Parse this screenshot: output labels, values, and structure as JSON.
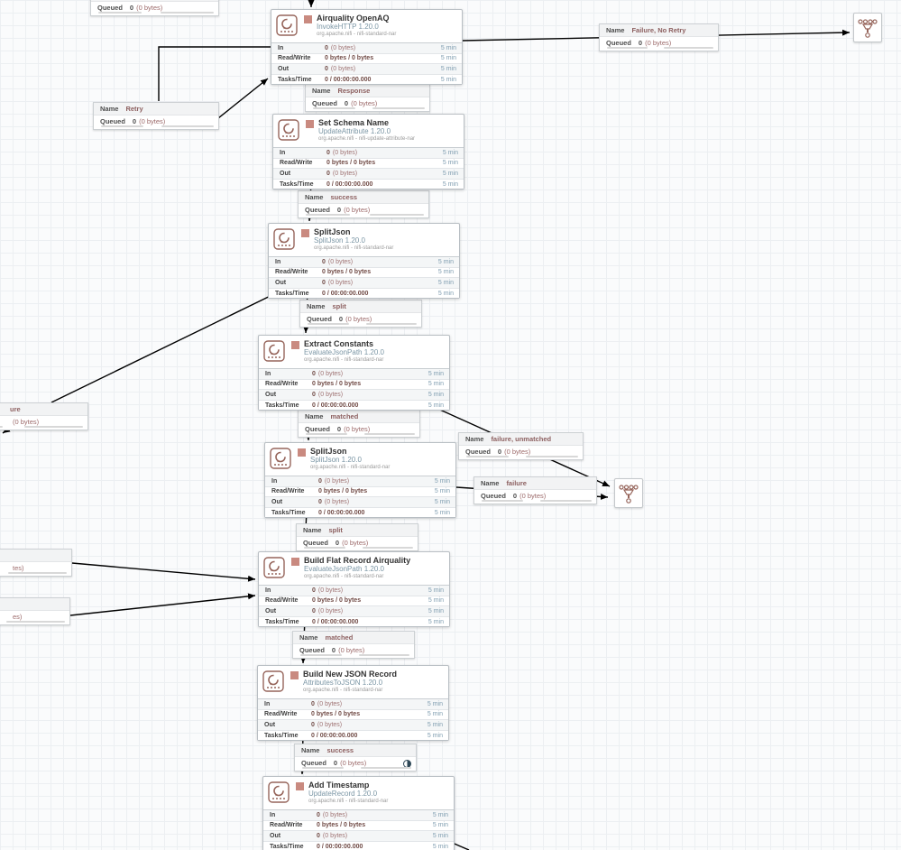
{
  "canvas": {
    "kind": "flow-canvas"
  },
  "timeframe": "5 min",
  "colors": {
    "canvas_bg": "#fafbfc",
    "grid": "#eceff2",
    "stopped_red": "#c98a80",
    "type_blue": "#7b96a5",
    "value_maroon": "#714b46",
    "time_blue": "#7f9db0",
    "connection_line": "#000000",
    "icon_maroon": "#96655b"
  },
  "processors": [
    {
      "name": "Airquality OpenAQ",
      "type": "InvokeHTTP 1.20.0",
      "bundle": "org.apache.nifi - nifi-standard-nar",
      "state_icon": "stopped-state-icon",
      "stats": [
        {
          "label": "In",
          "value": "0",
          "extra": "(0 bytes)"
        },
        {
          "label": "Read/Write",
          "value": "0 bytes / 0 bytes",
          "extra": ""
        },
        {
          "label": "Out",
          "value": "0",
          "extra": "(0 bytes)"
        },
        {
          "label": "Tasks/Time",
          "value": "0 / 00:00:00.000",
          "extra": ""
        }
      ]
    },
    {
      "name": "Set Schema Name",
      "type": "UpdateAttribute 1.20.0",
      "bundle": "org.apache.nifi - nifi-update-attribute-nar",
      "state_icon": "stopped-state-icon",
      "stats": [
        {
          "label": "In",
          "value": "0",
          "extra": "(0 bytes)"
        },
        {
          "label": "Read/Write",
          "value": "0 bytes / 0 bytes",
          "extra": ""
        },
        {
          "label": "Out",
          "value": "0",
          "extra": "(0 bytes)"
        },
        {
          "label": "Tasks/Time",
          "value": "0 / 00:00:00.000",
          "extra": ""
        }
      ]
    },
    {
      "name": "SplitJson",
      "type": "SplitJson 1.20.0",
      "bundle": "org.apache.nifi - nifi-standard-nar",
      "state_icon": "stopped-state-icon",
      "stats": [
        {
          "label": "In",
          "value": "0",
          "extra": "(0 bytes)"
        },
        {
          "label": "Read/Write",
          "value": "0 bytes / 0 bytes",
          "extra": ""
        },
        {
          "label": "Out",
          "value": "0",
          "extra": "(0 bytes)"
        },
        {
          "label": "Tasks/Time",
          "value": "0 / 00:00:00.000",
          "extra": ""
        }
      ]
    },
    {
      "name": "Extract Constants",
      "type": "EvaluateJsonPath 1.20.0",
      "bundle": "org.apache.nifi - nifi-standard-nar",
      "state_icon": "stopped-state-icon",
      "stats": [
        {
          "label": "In",
          "value": "0",
          "extra": "(0 bytes)"
        },
        {
          "label": "Read/Write",
          "value": "0 bytes / 0 bytes",
          "extra": ""
        },
        {
          "label": "Out",
          "value": "0",
          "extra": "(0 bytes)"
        },
        {
          "label": "Tasks/Time",
          "value": "0 / 00:00:00.000",
          "extra": ""
        }
      ]
    },
    {
      "name": "SplitJson",
      "type": "SplitJson 1.20.0",
      "bundle": "org.apache.nifi - nifi-standard-nar",
      "state_icon": "stopped-state-icon",
      "stats": [
        {
          "label": "In",
          "value": "0",
          "extra": "(0 bytes)"
        },
        {
          "label": "Read/Write",
          "value": "0 bytes / 0 bytes",
          "extra": ""
        },
        {
          "label": "Out",
          "value": "0",
          "extra": "(0 bytes)"
        },
        {
          "label": "Tasks/Time",
          "value": "0 / 00:00:00.000",
          "extra": ""
        }
      ]
    },
    {
      "name": "Build Flat Record Airquality",
      "type": "EvaluateJsonPath 1.20.0",
      "bundle": "org.apache.nifi - nifi-standard-nar",
      "state_icon": "stopped-state-icon",
      "stats": [
        {
          "label": "In",
          "value": "0",
          "extra": "(0 bytes)"
        },
        {
          "label": "Read/Write",
          "value": "0 bytes / 0 bytes",
          "extra": ""
        },
        {
          "label": "Out",
          "value": "0",
          "extra": "(0 bytes)"
        },
        {
          "label": "Tasks/Time",
          "value": "0 / 00:00:00.000",
          "extra": ""
        }
      ]
    },
    {
      "name": "Build New JSON Record",
      "type": "AttributesToJSON 1.20.0",
      "bundle": "org.apache.nifi - nifi-standard-nar",
      "state_icon": "stopped-state-icon",
      "stats": [
        {
          "label": "In",
          "value": "0",
          "extra": "(0 bytes)"
        },
        {
          "label": "Read/Write",
          "value": "0 bytes / 0 bytes",
          "extra": ""
        },
        {
          "label": "Out",
          "value": "0",
          "extra": "(0 bytes)"
        },
        {
          "label": "Tasks/Time",
          "value": "0 / 00:00:00.000",
          "extra": ""
        }
      ]
    },
    {
      "name": "Add Timestamp",
      "type": "UpdateRecord 1.20.0",
      "bundle": "org.apache.nifi - nifi-standard-nar",
      "state_icon": "stopped-state-icon",
      "stats": [
        {
          "label": "In",
          "value": "0",
          "extra": "(0 bytes)"
        },
        {
          "label": "Read/Write",
          "value": "0 bytes / 0 bytes",
          "extra": ""
        },
        {
          "label": "Out",
          "value": "0",
          "extra": "(0 bytes)"
        },
        {
          "label": "Tasks/Time",
          "value": "0 / 00:00:00.000",
          "extra": ""
        }
      ]
    }
  ],
  "labels": [
    {
      "name_key": "Name",
      "name": "",
      "queued_key": "Queued",
      "queued_num": "0",
      "queued_bytes": "(0 bytes)"
    },
    {
      "name_key": "Name",
      "name": "Failure, No Retry",
      "queued_key": "Queued",
      "queued_num": "0",
      "queued_bytes": "(0 bytes)"
    },
    {
      "name_key": "Name",
      "name": "Retry",
      "queued_key": "Queued",
      "queued_num": "0",
      "queued_bytes": "(0 bytes)"
    },
    {
      "name_key": "Name",
      "name": "Response",
      "queued_key": "Queued",
      "queued_num": "0",
      "queued_bytes": "(0 bytes)"
    },
    {
      "name_key": "Name",
      "name": "success",
      "queued_key": "Queued",
      "queued_num": "0",
      "queued_bytes": "(0 bytes)"
    },
    {
      "name_key": "Name",
      "name": "split",
      "queued_key": "Queued",
      "queued_num": "0",
      "queued_bytes": "(0 bytes)"
    },
    {
      "name_key": "Name",
      "name": "matched",
      "queued_key": "Queued",
      "queued_num": "0",
      "queued_bytes": "(0 bytes)"
    },
    {
      "name_key": "Name",
      "name": "failure, unmatched",
      "queued_key": "Queued",
      "queued_num": "0",
      "queued_bytes": "(0 bytes)"
    },
    {
      "name_key": "Name",
      "name": "failure",
      "queued_key": "Queued",
      "queued_num": "0",
      "queued_bytes": "(0 bytes)"
    },
    {
      "name_key": "Name",
      "name": "split",
      "queued_key": "Queued",
      "queued_num": "0",
      "queued_bytes": "(0 bytes)"
    },
    {
      "name_key": "Name",
      "name": "matched",
      "queued_key": "Queued",
      "queued_num": "0",
      "queued_bytes": "(0 bytes)"
    },
    {
      "name_key": "Name",
      "name": "success",
      "queued_key": "Queued",
      "queued_num": "0",
      "queued_bytes": "(0 bytes)",
      "balance_icon": "load-balance-icon"
    },
    {
      "name_key": "",
      "name": "ure",
      "queued_key": "",
      "queued_num": "",
      "queued_bytes": "(0 bytes)"
    },
    {
      "name_key": "",
      "name": "",
      "queued_key": "",
      "queued_num": "",
      "queued_bytes": "tes)"
    },
    {
      "name_key": "",
      "name": "",
      "queued_key": "",
      "queued_num": "",
      "queued_bytes": "es)"
    }
  ],
  "funnels": [
    {
      "icon": "funnel-icon"
    },
    {
      "icon": "funnel-icon"
    }
  ]
}
